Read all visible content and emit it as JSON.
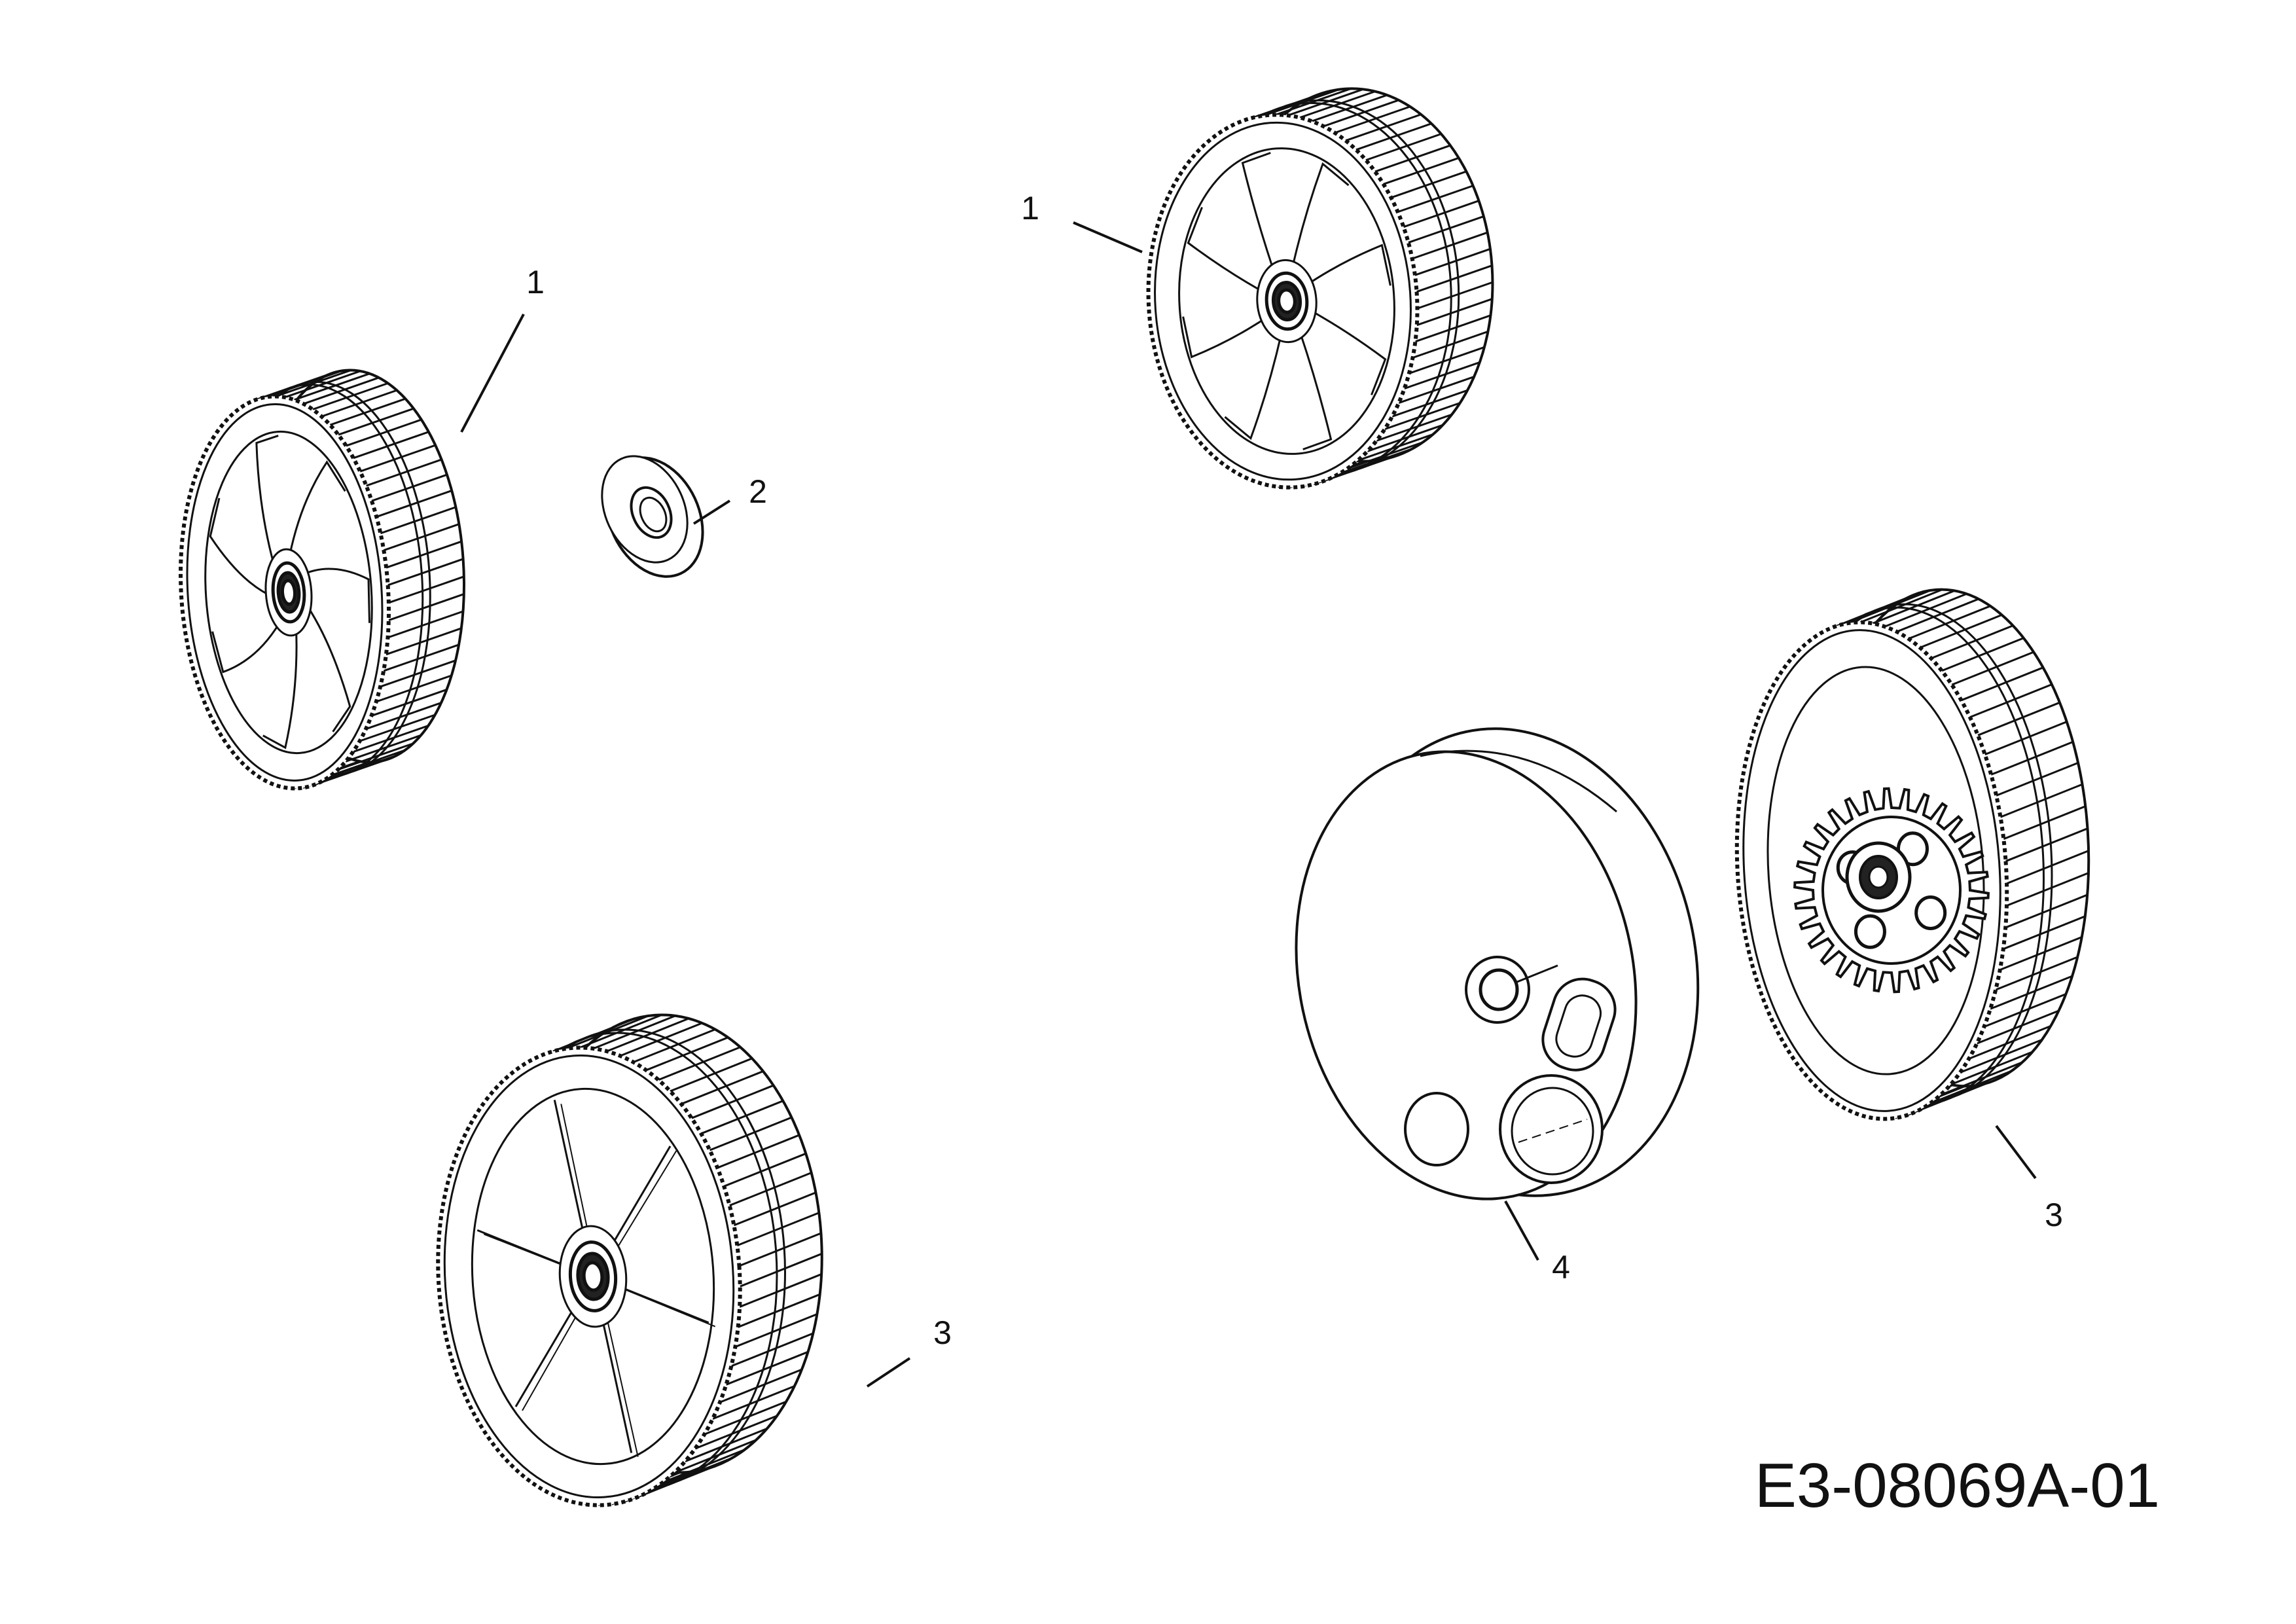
{
  "drawing": {
    "id": "E3-08069A-01",
    "line_color": "#111111",
    "background": "#ffffff"
  },
  "parts": [
    {
      "key": "wheel_upper_left",
      "callout": "1",
      "kind": "wheel-spoked-curved"
    },
    {
      "key": "hubcap",
      "callout": "2",
      "kind": "hub-cap"
    },
    {
      "key": "wheel_top_center",
      "callout": "1",
      "kind": "wheel-spoked-straight"
    },
    {
      "key": "wheel_lower_left",
      "callout": "3",
      "kind": "wheel-thin-spokes"
    },
    {
      "key": "wheel_cover",
      "callout": "4",
      "kind": "cover-disc"
    },
    {
      "key": "wheel_right_gear",
      "callout": "3",
      "kind": "wheel-with-gear"
    }
  ]
}
